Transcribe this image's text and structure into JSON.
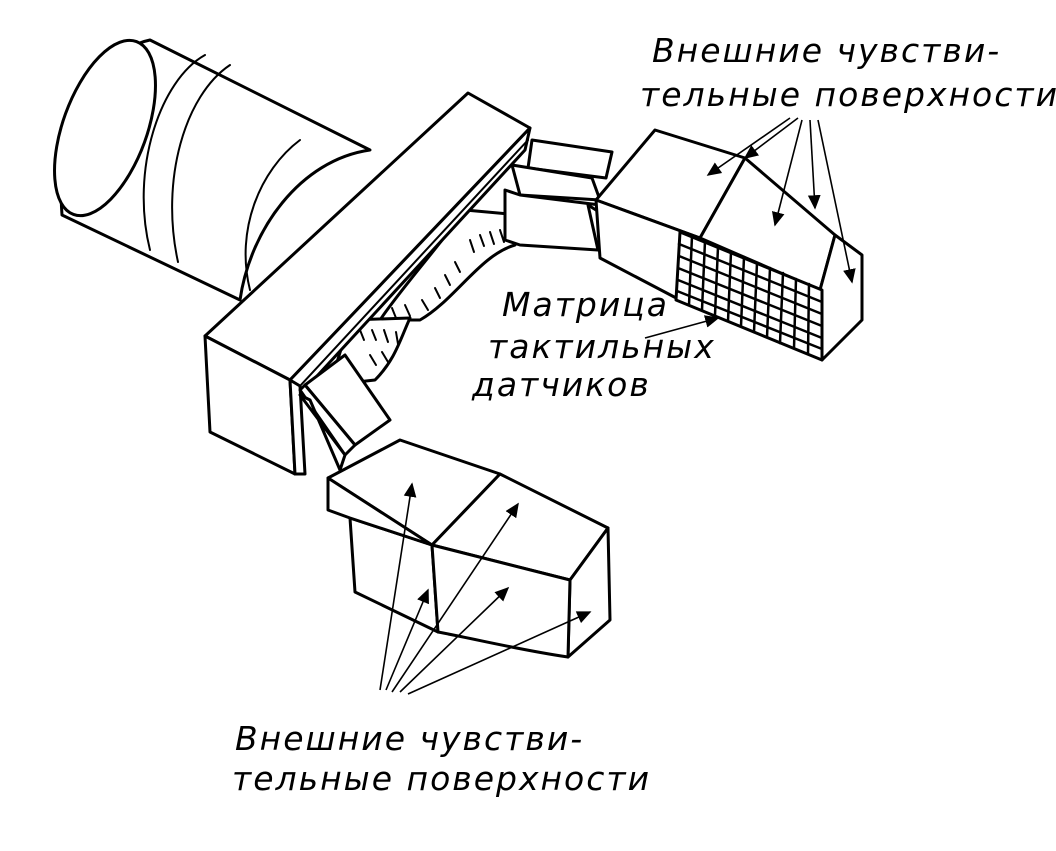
{
  "labels": {
    "top_right_line1": "Внешние чувстви-",
    "top_right_line2": "тельные поверхности",
    "matrix_line1": "Матрица",
    "matrix_line2": "тактильных",
    "matrix_line3": "датчиков",
    "bottom_line1": "Внешние чувстви-",
    "bottom_line2": "тельные поверхности"
  },
  "colors": {
    "ink": "#000000",
    "paper": "#ffffff"
  }
}
